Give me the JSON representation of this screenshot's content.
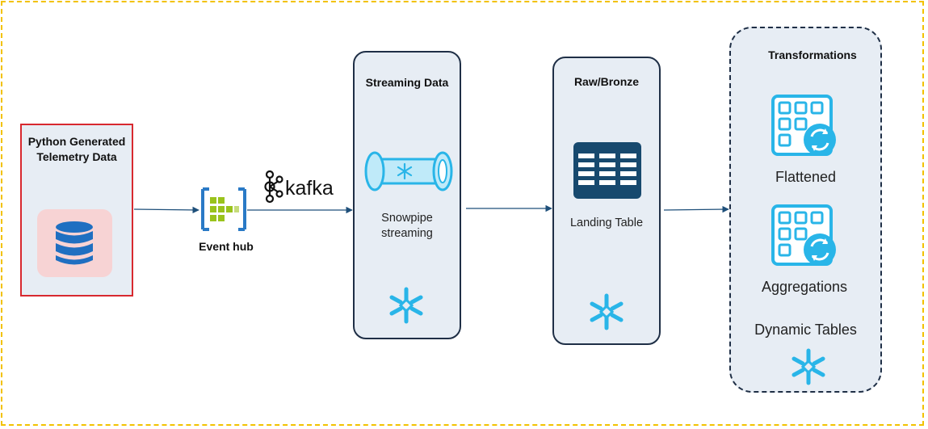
{
  "source": {
    "title": "Python Generated Telemetry Data"
  },
  "event_hub": {
    "label": "Event hub"
  },
  "kafka": {
    "label": "kafka"
  },
  "streaming": {
    "title": "Streaming Data",
    "label": "Snowpipe streaming"
  },
  "raw": {
    "title": "Raw/Bronze",
    "label": "Landing Table"
  },
  "transformations": {
    "title": "Transformations",
    "flattened": "Flattened",
    "aggregations": "Aggregations",
    "dynamic": "Dynamic Tables"
  },
  "colors": {
    "snowflake": "#29b5e8",
    "border_dark": "#1f2f46",
    "source_border": "#d8292f",
    "frame": "#f2c200",
    "box_fill": "#e7edf4",
    "arrow": "#1e4f7a",
    "db_blue": "#1f6fc1",
    "db_bg": "#f7d3d4",
    "eventhub_green": "#9ac31c",
    "eventhub_blue": "#2a7ac6",
    "table_dark": "#17496e"
  }
}
